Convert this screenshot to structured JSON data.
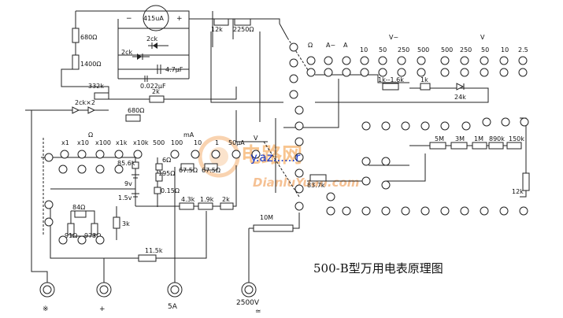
{
  "title": "500-B型万用电表原理图",
  "watermark": {
    "cn": "电路网",
    "url": "DianluYuan.com"
  },
  "overlay_text": "y.az......r",
  "meter": {
    "label": "415uA",
    "minus": "−",
    "plus": "+"
  },
  "components": {
    "r680": "680Ω",
    "r1400": "1400Ω",
    "r332k": "332k",
    "d2ck_x2": "2ck×2",
    "r680b": "680Ω",
    "r2k_top": "2k",
    "d2ck_a": "2ck",
    "d2ck_b": "2ck",
    "c47": "4.7μF",
    "c0022": "0.022μF",
    "r12k": "12k",
    "r2250": "2250Ω",
    "r1k_16k": "1k--1.6k",
    "r1k": "1k",
    "r24k": "24k",
    "r856k": "85.6k",
    "v9": "9v",
    "v15": "1.5v",
    "r6": "6Ω",
    "r195": "195Ω",
    "r675a": "67.5Ω",
    "r675b": "67.5Ω",
    "r015": "0.15Ω",
    "r43k": "4.3k",
    "r19k": "1.9k",
    "r2k_mid": "2k",
    "r837": "83.7k",
    "r84": "84Ω",
    "r91": "91Ω",
    "r973": "973Ω",
    "r3k": "3k",
    "r115k": "11.5k",
    "r5m": "5M",
    "r3m": "3M",
    "r1m": "1M",
    "r890k": "890k",
    "r150k": "150k",
    "r12k_right": "12k",
    "r10m": "10M"
  },
  "switch_top": {
    "ohm": "Ω",
    "a_tilde": "A~",
    "a_dash": "A",
    "v_ac": "V~",
    "v_dc": "V",
    "ac_ranges": [
      "10",
      "50",
      "250",
      "500"
    ],
    "dc_ranges": [
      "500",
      "250",
      "50",
      "10",
      "2.5"
    ]
  },
  "switch_left": {
    "ohm": "Ω",
    "ma": "mA",
    "v": "V",
    "ua": "50μA",
    "ohm_ranges": [
      "x1",
      "x10",
      "x100",
      "x1k",
      "x10k"
    ],
    "ma_ranges": [
      "500",
      "100",
      "10",
      "1"
    ]
  },
  "terminals": [
    {
      "label": "※"
    },
    {
      "label": "+"
    },
    {
      "label": "5A"
    },
    {
      "label": "2500V"
    }
  ]
}
